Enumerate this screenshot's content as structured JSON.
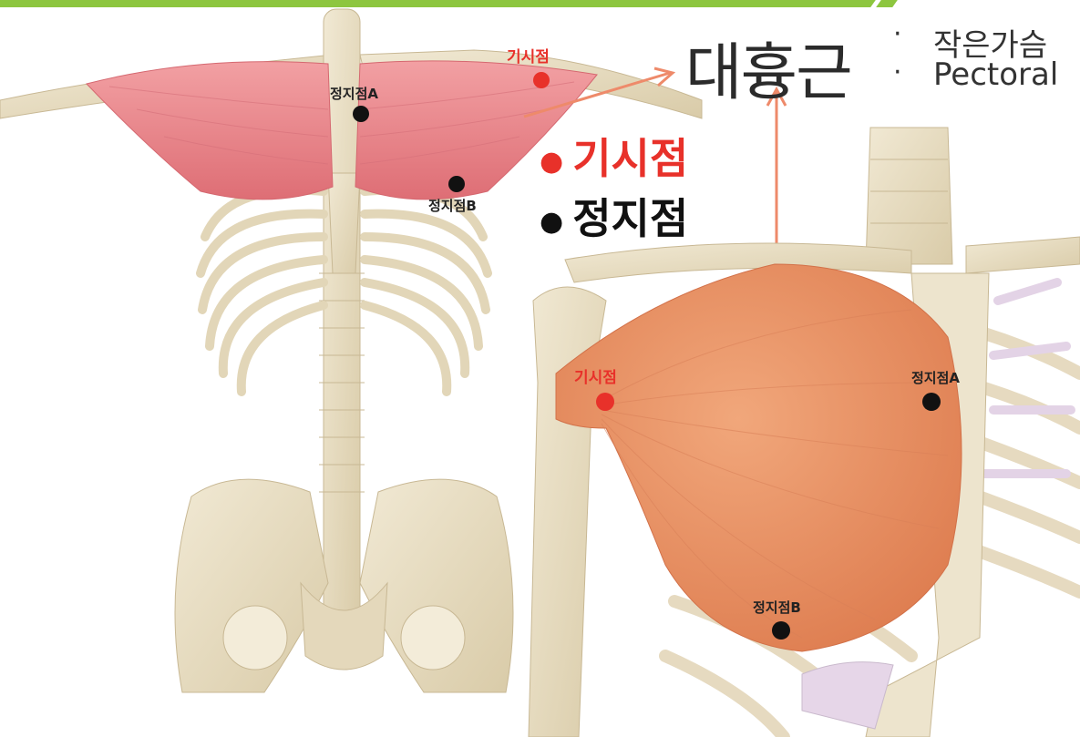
{
  "title": {
    "korean": "대흉근",
    "sub_line1": "작은가슴",
    "sub_line2": "Pectoral"
  },
  "legend": {
    "origin": "기시점",
    "insertion": "정지점"
  },
  "left_figure": {
    "origin_label": "기시점",
    "insertion_a_label": "정지점A",
    "insertion_b_label": "정지점B"
  },
  "right_figure": {
    "origin_label": "기시점",
    "insertion_a_label": "정지점A",
    "insertion_b_label": "정지점B"
  },
  "colors": {
    "accent_green": "#8dc63f",
    "origin_red": "#e8312a",
    "insertion_black": "#111111",
    "bone": "#e9dfc6",
    "muscle_left": "#e9848a",
    "muscle_right": "#e8956a"
  }
}
